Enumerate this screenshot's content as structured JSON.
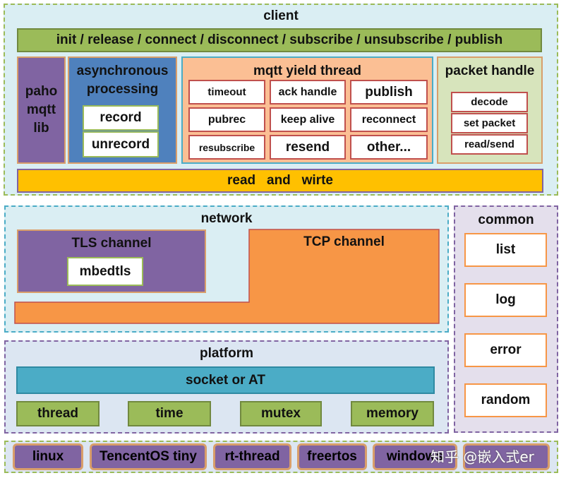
{
  "client": {
    "title": "client",
    "api_bar": "init / release / connect / disconnect / subscribe / unsubscribe / publish",
    "paho": "paho\nmqtt\nlib",
    "async": {
      "title": "asynchronous\nprocessing",
      "items": [
        "record",
        "unrecord"
      ]
    },
    "yield": {
      "title": "mqtt yield thread",
      "items": [
        "timeout",
        "ack handle",
        "publish",
        "pubrec",
        "keep alive",
        "reconnect",
        "resubscribe",
        "resend",
        "other..."
      ]
    },
    "packet": {
      "title": "packet handle",
      "items": [
        "decode",
        "set packet",
        "read/send"
      ]
    },
    "read_bar": "read   and   wirte"
  },
  "network": {
    "title": "network",
    "tls": "TLS channel",
    "mbedtls": "mbedtls",
    "tcp": "TCP channel"
  },
  "common": {
    "title": "common",
    "items": [
      "list",
      "log",
      "error",
      "random"
    ]
  },
  "platform": {
    "title": "platform",
    "socket": "socket or AT",
    "items": [
      "thread",
      "time",
      "mutex",
      "memory"
    ]
  },
  "os": {
    "items": [
      "linux",
      "TencentOS tiny",
      "rt-thread",
      "freertos",
      "windows"
    ]
  },
  "watermark": "知乎 @嵌入式er",
  "colors": {
    "client_bg": "#daeef3",
    "green": "#9bbb59",
    "purple": "#8064a2",
    "blue": "#4f81bd",
    "peach": "#fbbf94",
    "packet_bg": "#d7e4bc",
    "yellow": "#ffc000",
    "orange": "#f79646",
    "network_bg": "#daeef3",
    "common_bg": "#e4dfec",
    "platform_bg": "#dce6f2",
    "socket_bar": "#4bacc6"
  }
}
